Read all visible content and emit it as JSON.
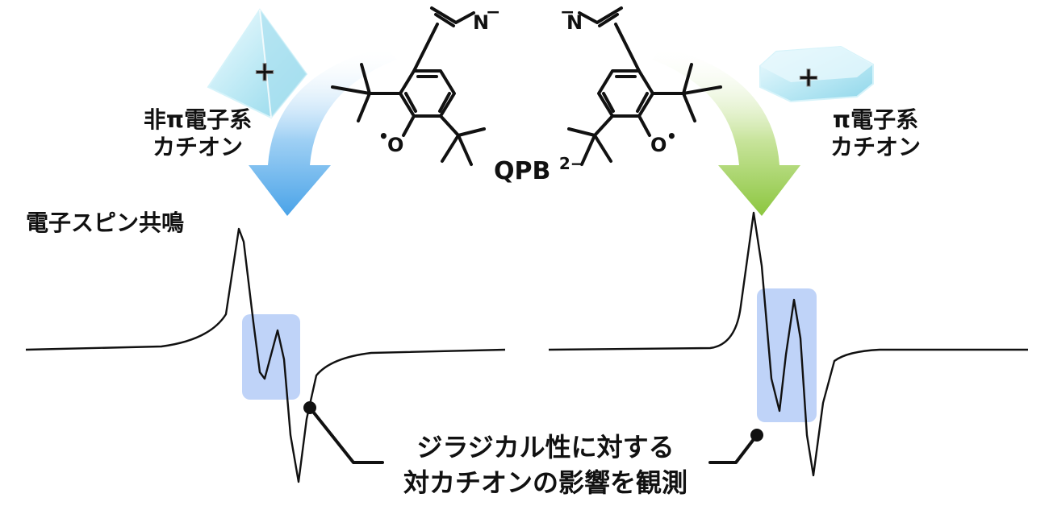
{
  "figure": {
    "molecule": {
      "name_base": "QPB",
      "name_charge": "2−",
      "atom_n": "N",
      "atom_n_charge": "−",
      "atom_o": "O",
      "radical_dot": "•"
    },
    "left_cation": {
      "line1": "非π電子系",
      "line2": "カチオン",
      "badge": "+"
    },
    "right_cation": {
      "line1": "π電子系",
      "line2": "カチオン",
      "badge": "+"
    },
    "esr_label": "電子スピン共鳴",
    "caption": {
      "line1": "ジラジカル性に対する",
      "line2": "対カチオンの影響を観測"
    },
    "colors": {
      "left_arrow": "#4aa3e8",
      "right_arrow": "#8cc63f",
      "highlight": "#a9c4f5",
      "trace": "#111111"
    }
  }
}
